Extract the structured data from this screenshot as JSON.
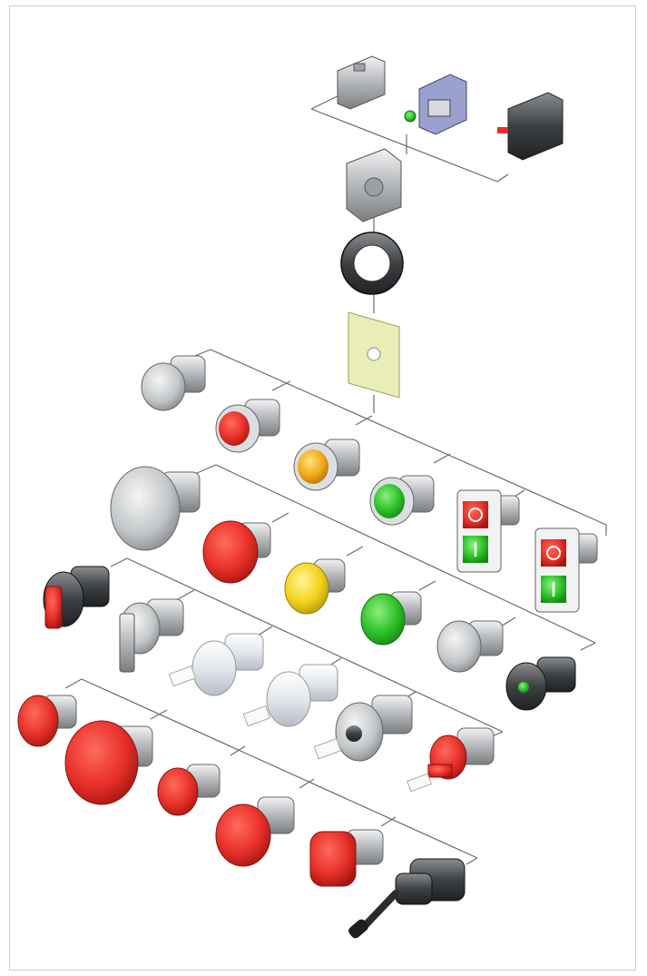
{
  "diagram": {
    "kind": "exploded assembly of modular pushbutton and pilot-device operators",
    "colors": {
      "red": "#e8312b",
      "red_dark": "#b41e19",
      "yellow": "#f2d31c",
      "amber": "#f2a818",
      "green": "#2fc12a",
      "green_dark": "#1a8f18",
      "grey": "#b9bcbe",
      "grey_dark": "#6d7073",
      "clear": "#e9ecf1",
      "line": "#6a6a6a",
      "plate": "#e9eeb7"
    },
    "components": [
      {
        "group": "contact-blocks",
        "items": [
          "contact-block-grey",
          "contact-block-lamp-holder",
          "contact-block-red-tab"
        ]
      },
      {
        "group": "mounting",
        "items": [
          "fixing-adapter",
          "mounting-ring",
          "legend-plate-yellow"
        ]
      },
      {
        "group": "flush-pushbuttons",
        "items": [
          "pushbutton-grey",
          "pushbutton-red",
          "pushbutton-amber",
          "pushbutton-green",
          "double-pushbutton-1",
          "double-pushbutton-2"
        ]
      },
      {
        "group": "mushroom-pushbuttons",
        "items": [
          "mushroom-grey-large",
          "mushroom-red",
          "mushroom-yellow",
          "mushroom-green",
          "pushbutton-knurled-grey",
          "indicator-light-green"
        ]
      },
      {
        "group": "selector-and-key",
        "items": [
          "selector-red",
          "selector-grey-lever",
          "key-switch-clear-1",
          "key-switch-clear-2",
          "key-switch-dark",
          "key-switch-red"
        ]
      },
      {
        "group": "emergency-stop",
        "items": [
          "emergency-stop-small",
          "emergency-stop-large",
          "emergency-stop-red-small",
          "emergency-stop-red-mid",
          "emergency-stop-red-shrouded",
          "joystick"
        ]
      }
    ]
  }
}
